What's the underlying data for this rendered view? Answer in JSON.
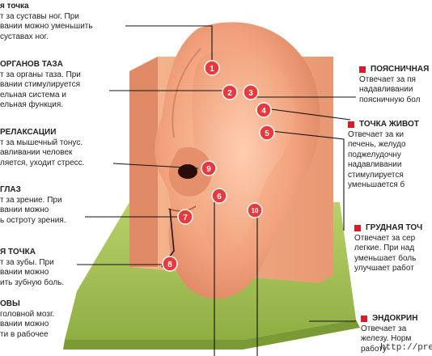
{
  "labels_left": [
    {
      "title": "я точка",
      "lines": [
        "т за суставы ног. При",
        "вании можно уменьшить",
        "суставах ног."
      ]
    },
    {
      "title": "ОРГАНОВ ТАЗА",
      "lines": [
        "т за органы таза. При",
        "вании стимулируется",
        "ельная система и",
        "ельная функция."
      ]
    },
    {
      "title": "РЕЛАКСАЦИИ",
      "lines": [
        "т за мышечный тонус.",
        "авливании человек",
        "ляется, уходит стресс."
      ]
    },
    {
      "title": "ГЛАЗ",
      "lines": [
        "т за зрение. При",
        "вании можно",
        "ь остроту зрения."
      ]
    },
    {
      "title": "Я ТОЧКА",
      "lines": [
        "т за зубы. При",
        "вании можно",
        "ить зубную боль."
      ]
    },
    {
      "title": "ОВЫ",
      "lines": [
        "головной мозг.",
        "вании можно",
        "ти в рабочее"
      ]
    }
  ],
  "labels_right": [
    {
      "title": "ПОЯСНИЧНАЯ",
      "lines": [
        "Отвечает за пя",
        "надавливании",
        "поясничную бол"
      ]
    },
    {
      "title": "ТОЧКА ЖИВОТ",
      "lines": [
        "Отвечает за ки",
        "печень, желудо",
        "поджелудочну",
        "надавливании",
        "стимулируется",
        "уменьшается б"
      ]
    },
    {
      "title": "ГРУДНАЯ ТОЧ",
      "lines": [
        "Отвечает за сер",
        "легкие. При над",
        "уменьшает боль",
        "улучшает работ"
      ]
    },
    {
      "title": "ЭНДОКРИН",
      "lines": [
        "Отвечает за",
        "железу. Норм",
        "работу"
      ]
    }
  ],
  "points": [
    "1",
    "2",
    "3",
    "4",
    "5",
    "6",
    "7",
    "8",
    "9",
    "10"
  ],
  "watermark": "http://pret",
  "colors": {
    "accent": "#d0202a",
    "skin": "#f2a37e",
    "base": "#a8c25a"
  }
}
